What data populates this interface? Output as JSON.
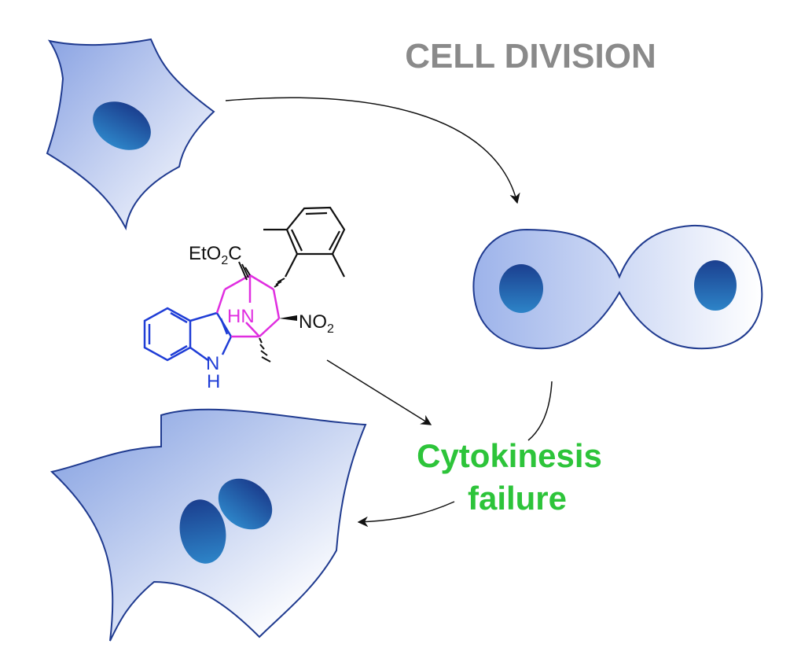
{
  "title": "CELL DIVISION",
  "outcome": {
    "line1": "Cytokinesis",
    "line2": "failure"
  },
  "molecule": {
    "ester": {
      "main": "EtO",
      "sub": "2",
      "end": "C"
    },
    "nitro": {
      "main": "NO",
      "sub": "2"
    },
    "bridge_nh": "HN",
    "indole_n": "N",
    "indole_h": "H"
  },
  "colors": {
    "title": "#8a8a8a",
    "outcome": "#2dc43a",
    "cell_edge": "#1f3a8f",
    "cell_fill_dark": "#8fa8e6",
    "cell_fill_light": "#ffffff",
    "nucleus_dark": "#1a4f9a",
    "nucleus_light": "#2f7bc4",
    "bicycle": "#e02ee0",
    "indole": "#1f3dd6",
    "bond": "#111111"
  }
}
